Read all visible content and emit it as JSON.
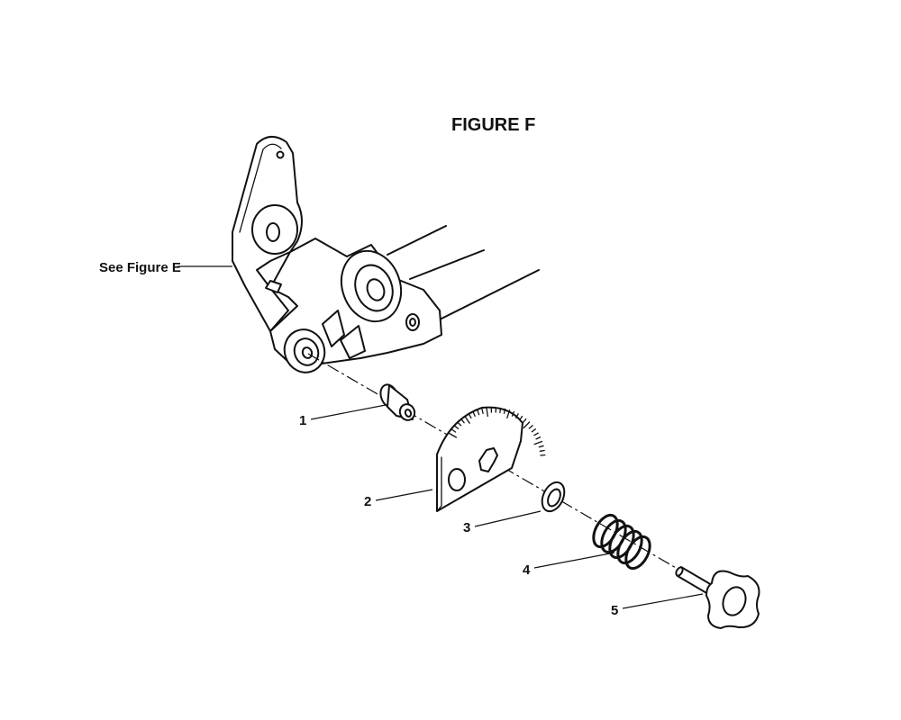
{
  "figure": {
    "title": "FIGURE F",
    "reference_label": "See Figure E"
  },
  "callouts": [
    {
      "id": "1"
    },
    {
      "id": "2"
    },
    {
      "id": "3"
    },
    {
      "id": "4"
    },
    {
      "id": "5"
    }
  ],
  "colors": {
    "ink": "#111111",
    "paper": "#ffffff"
  }
}
